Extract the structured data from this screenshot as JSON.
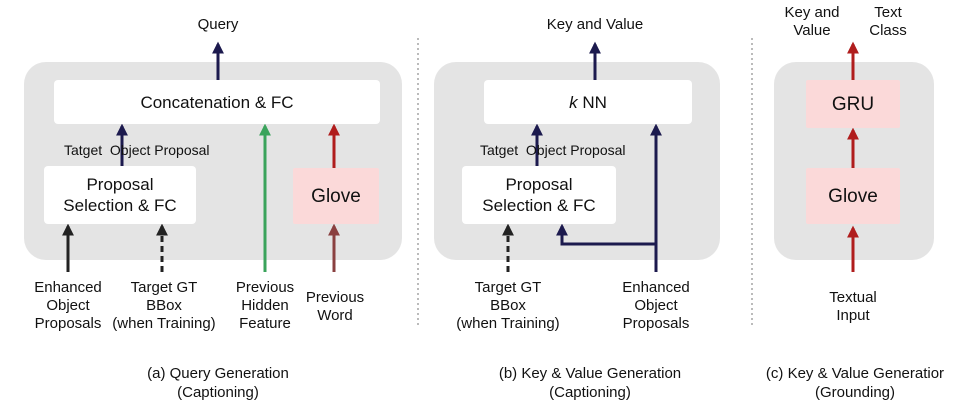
{
  "colors": {
    "panel": "#e4e4e4",
    "pink_box": "#fbd9d9",
    "navy_arrow": "#1c1a4e",
    "red_arrow": "#b01d1d",
    "green_arrow": "#3aa35b",
    "black_arrow": "#222222",
    "divider": "#777777"
  },
  "panel_a": {
    "output": "Query",
    "concat_box": "Concatenation & FC",
    "proposal_box_line1": "Proposal",
    "proposal_box_line2": "Selection & FC",
    "glove_box": "Glove",
    "target_proposal_label": "Tatget  Object Proposal",
    "inputs": {
      "enhanced": [
        "Enhanced",
        "Object",
        "Proposals"
      ],
      "target_gt": [
        "Target GT",
        "BBox",
        "(when Training)"
      ],
      "hidden": [
        "Previous",
        "Hidden",
        "Feature"
      ],
      "word": [
        "Previous",
        "Word"
      ]
    },
    "caption": [
      "(a) Query Generation",
      "(Captioning)"
    ]
  },
  "panel_b": {
    "output": "Key and Value",
    "knn_italic": "k",
    "knn_rest": " NN",
    "proposal_box_line1": "Proposal",
    "proposal_box_line2": "Selection & FC",
    "target_proposal_label": "Tatget  Object Proposal",
    "inputs": {
      "target_gt": [
        "Target GT",
        "BBox",
        "(when Training)"
      ],
      "enhanced": [
        "Enhanced",
        "Object",
        "Proposals"
      ]
    },
    "caption": [
      "(b) Key & Value Generation",
      "(Captioning)"
    ]
  },
  "panel_c": {
    "output_left": [
      "Key and",
      "Value"
    ],
    "output_right": [
      "Text",
      "Class"
    ],
    "gru_box": "GRU",
    "glove_box": "Glove",
    "input": [
      "Textual",
      "Input"
    ],
    "caption": [
      "(c) Key & Value Generatior",
      "(Grounding)"
    ]
  }
}
